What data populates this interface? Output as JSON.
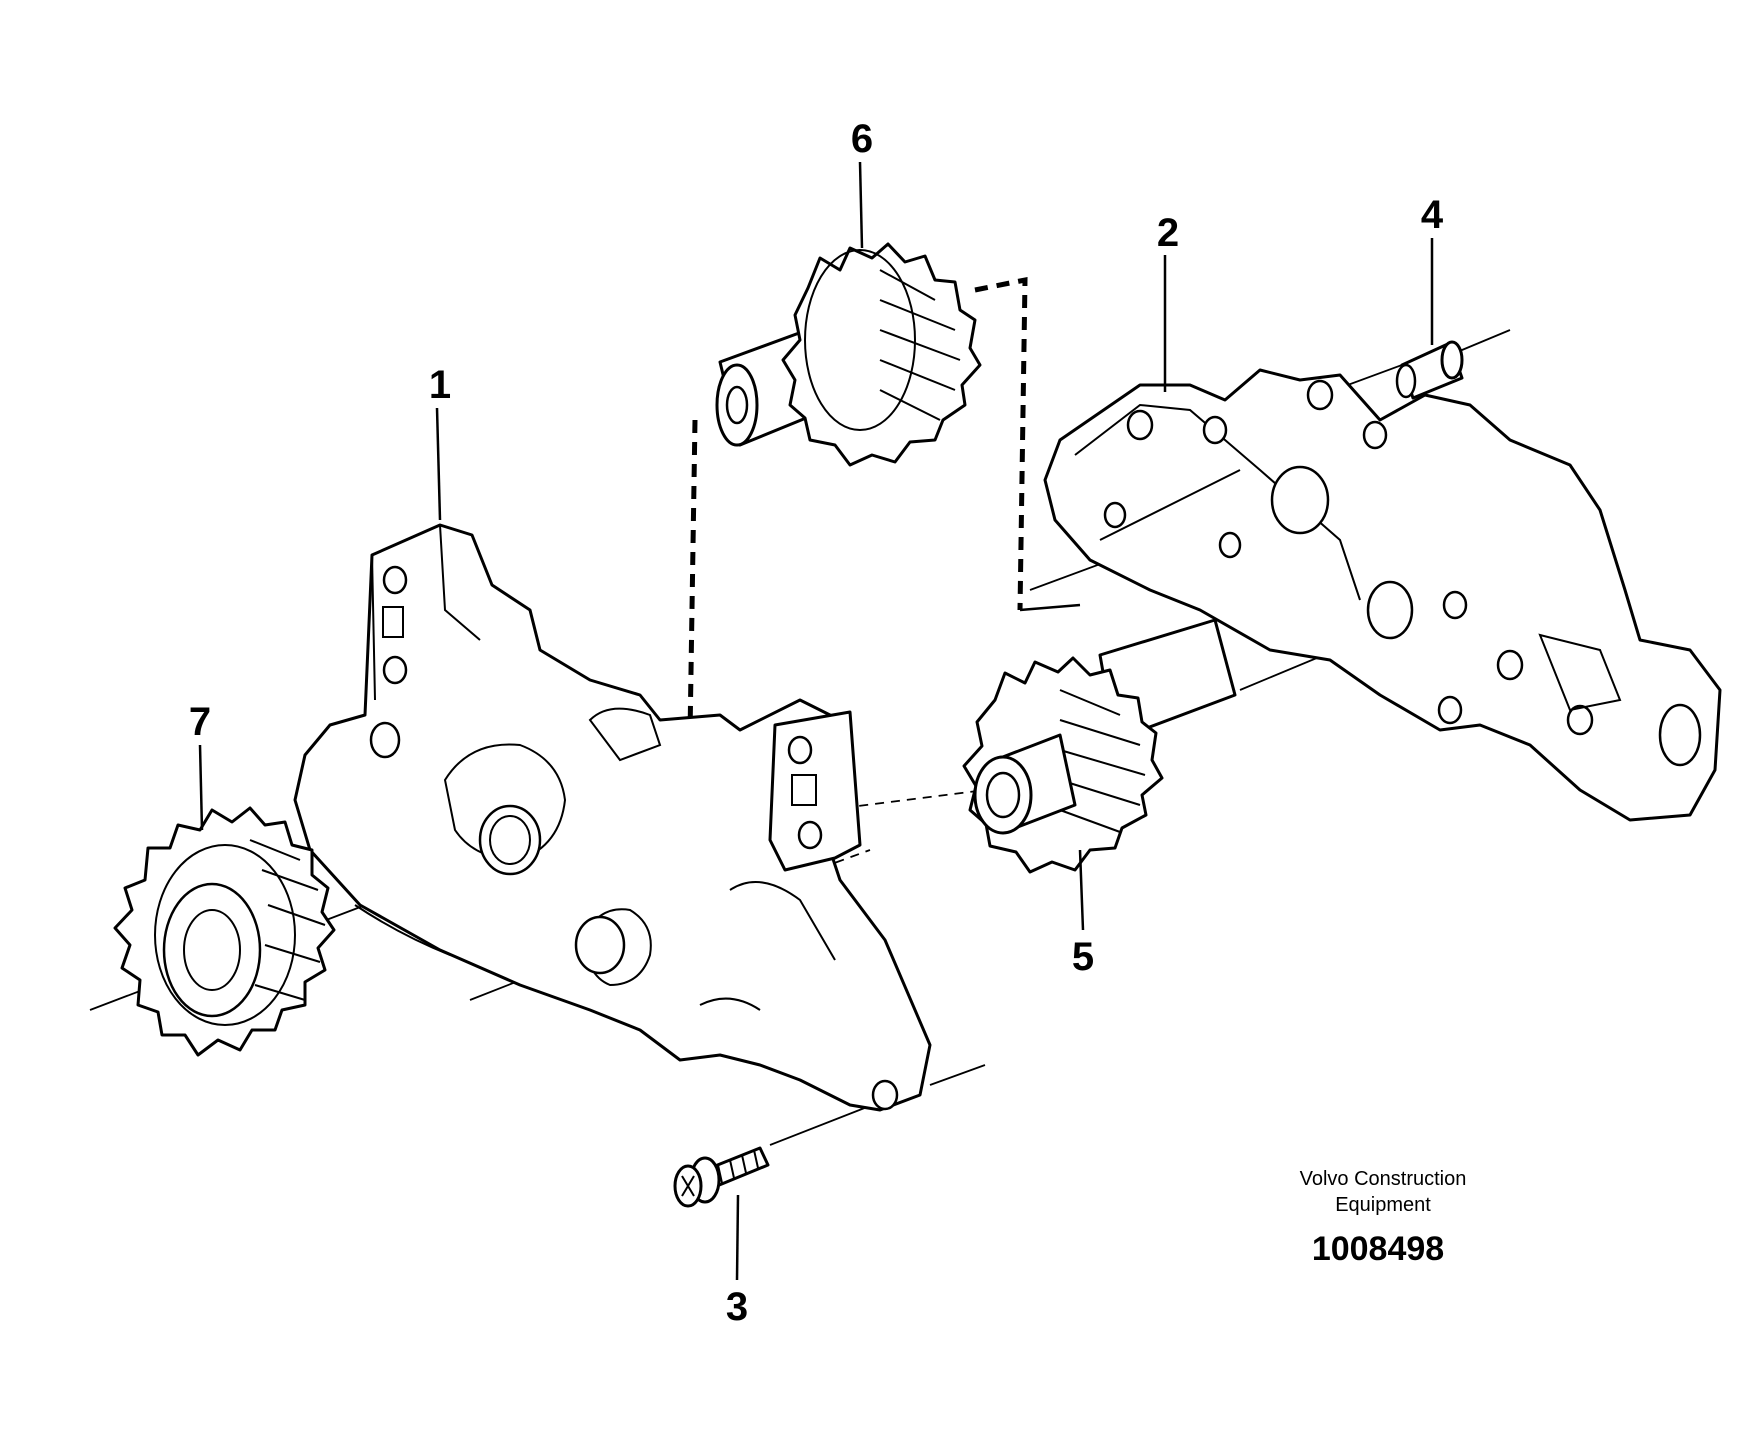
{
  "callouts": [
    {
      "id": "1",
      "label": "1"
    },
    {
      "id": "2",
      "label": "2"
    },
    {
      "id": "3",
      "label": "3"
    },
    {
      "id": "4",
      "label": "4"
    },
    {
      "id": "5",
      "label": "5"
    },
    {
      "id": "6",
      "label": "6"
    },
    {
      "id": "7",
      "label": "7"
    }
  ],
  "credit": {
    "line1": "Volvo Construction",
    "line2": "Equipment",
    "drawing_number": "1008498"
  },
  "colors": {
    "ink": "#000000",
    "background": "#ffffff"
  }
}
